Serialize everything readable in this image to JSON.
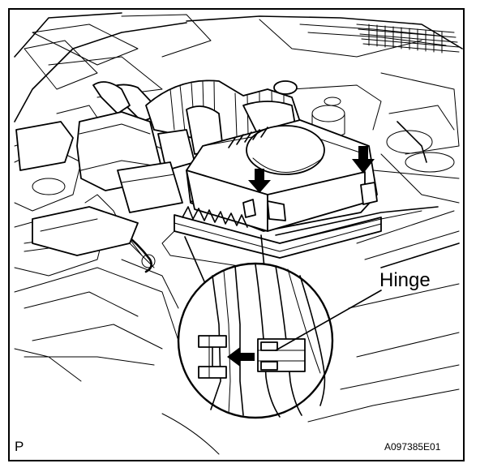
{
  "callout": {
    "hinge_label": "Hinge"
  },
  "footer": {
    "view_mark": "P",
    "figure_id": "A097385E01"
  }
}
